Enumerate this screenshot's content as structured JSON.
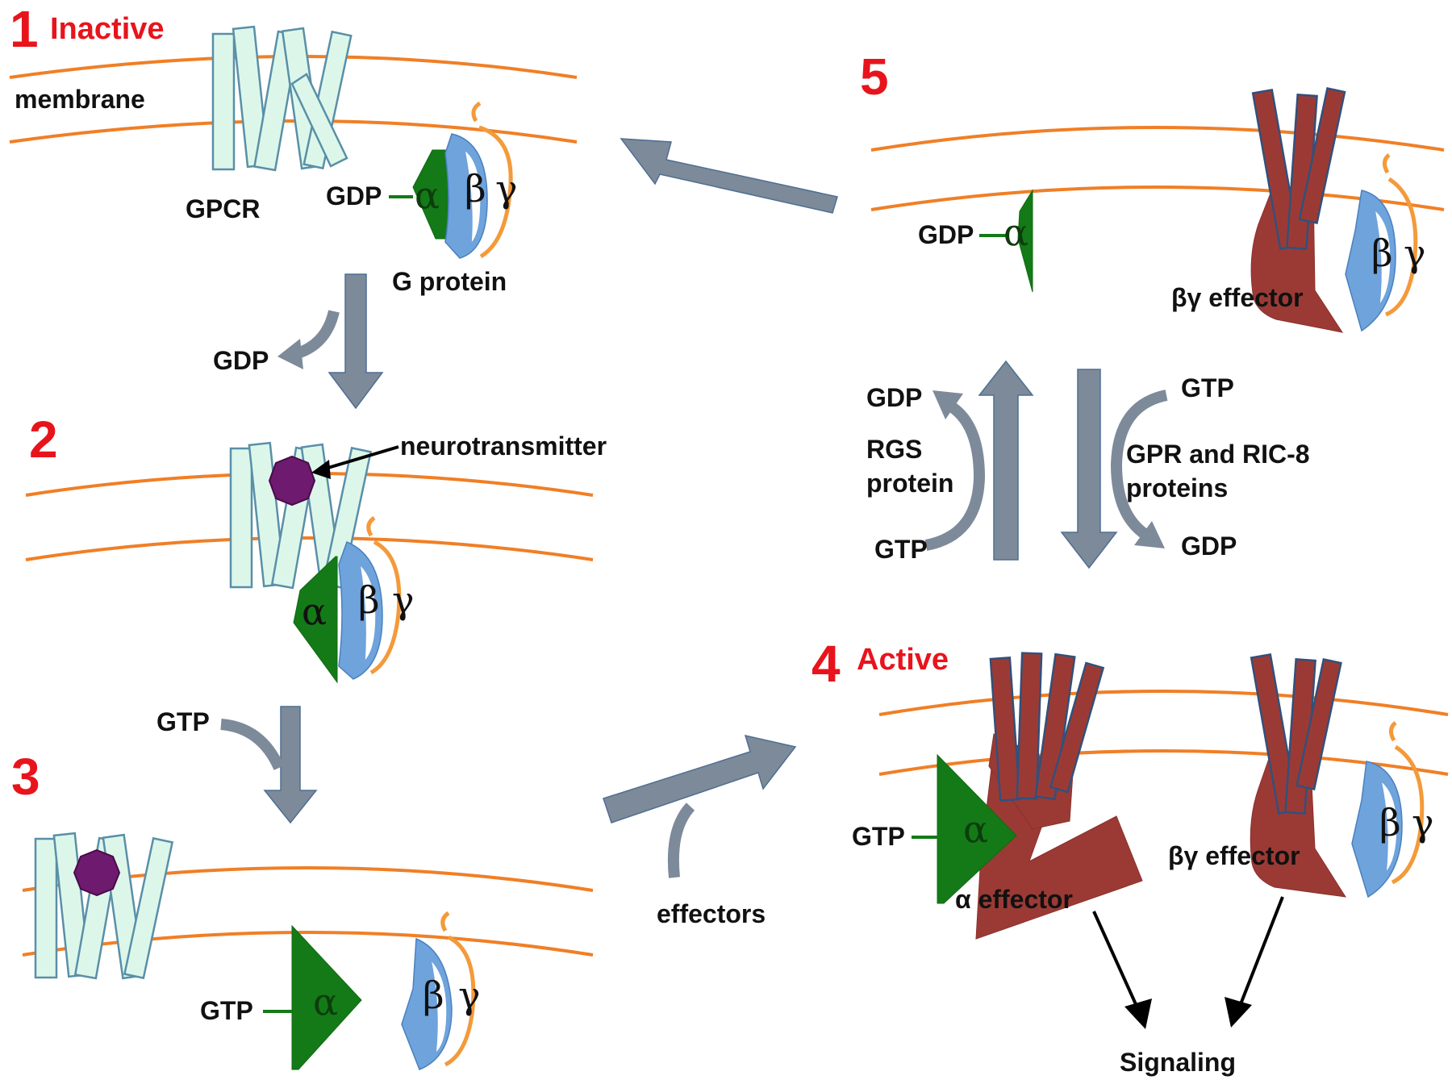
{
  "steps": {
    "s1": {
      "number": "1",
      "state": "Inactive"
    },
    "s2": {
      "number": "2"
    },
    "s3": {
      "number": "3"
    },
    "s4": {
      "number": "4",
      "state": "Active"
    },
    "s5": {
      "number": "5"
    }
  },
  "labels": {
    "membrane": "membrane",
    "gpcr": "GPCR",
    "g_protein": "G protein",
    "neurotransmitter": "neurotransmitter",
    "effectors": "effectors",
    "rgs_line1": "RGS",
    "rgs_line2": "protein",
    "gpr_line1": "GPR and RIC-8",
    "gpr_line2": "proteins",
    "alpha_effector": "α effector",
    "betagamma_effector": "βγ effector",
    "signaling": "Signaling"
  },
  "nucleotides": {
    "gdp": "GDP",
    "gtp": "GTP"
  },
  "subunits": {
    "alpha": "α",
    "beta": "β",
    "gamma": "γ"
  },
  "colors": {
    "step_red": "#e8141c",
    "membrane_orange": "#f07f26",
    "gpcr_mint": "#dcf7ea",
    "alpha_green": "#137a17",
    "beta_blue": "#6ea3dc",
    "gamma_orange": "#f39a3a",
    "effector_red": "#9b3a35",
    "arrow_gray": "#7d8a99",
    "neurotransmitter_purple": "#6e1a6e"
  }
}
